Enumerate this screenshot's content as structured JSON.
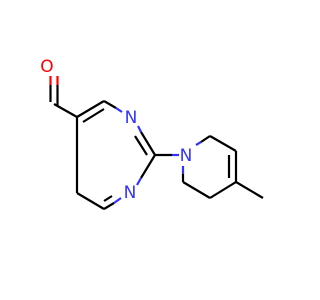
{
  "colors": {
    "background": "#ffffff",
    "carbon_bond": "#000000",
    "nitrogen": "#3333ff",
    "oxygen": "#ff0000"
  },
  "atoms": {
    "aldehyde_oxygen": "O",
    "pyrimidine_n1": "N",
    "pyrimidine_n3": "N",
    "ring_nitrogen": "N"
  }
}
